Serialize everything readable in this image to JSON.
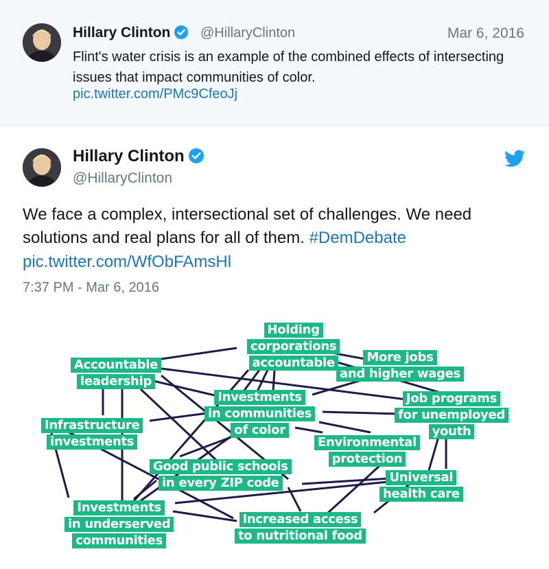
{
  "quoted_tweet": {
    "name": "Hillary Clinton",
    "handle": "@HillaryClinton",
    "date": "Mar 6, 2016",
    "text": "Flint's water crisis is an example of the combined effects of intersecting issues that impact communities of color.",
    "link": "pic.twitter.com/PMc9CfeoJj"
  },
  "main_tweet": {
    "name": "Hillary Clinton",
    "handle": "@HillaryClinton",
    "text": "We face a complex, intersectional set of challenges. We need solutions and real plans for all of them.",
    "hashtag": "#DemDebate",
    "link": "pic.twitter.com/WfObFAmsHl",
    "timestamp": "7:37 PM - Mar 6, 2016"
  },
  "diagram": {
    "node_color": "#1db886",
    "edge_color": "#1e1b4b",
    "nodes": {
      "holding": [
        "Holding",
        "corporations",
        "accountable"
      ],
      "accountable_leadership": [
        "Accountable",
        "leadership"
      ],
      "jobs": [
        "More jobs",
        "and higher wages"
      ],
      "job_programs": [
        "Job programs",
        "for unemployed",
        "youth"
      ],
      "investments_color": [
        "Investments",
        "in communities",
        "of color"
      ],
      "infrastructure": [
        "Infrastructure",
        "investments"
      ],
      "environmental": [
        "Environmental",
        "protection"
      ],
      "schools": [
        "Good public schools",
        "in every ZIP code"
      ],
      "health": [
        "Universal",
        "health care"
      ],
      "underserved": [
        "Investments",
        "in underserved",
        "communities"
      ],
      "nutrition": [
        "Increased access",
        "to nutritional food"
      ]
    }
  },
  "colors": {
    "link": "#1b75bb",
    "verified": "#1da1f2",
    "twitter_bird": "#1da1f2",
    "muted_text": "#657786",
    "quoted_background": "#f5f8fa"
  },
  "icons": [
    "verified-badge-icon",
    "twitter-bird-icon"
  ]
}
